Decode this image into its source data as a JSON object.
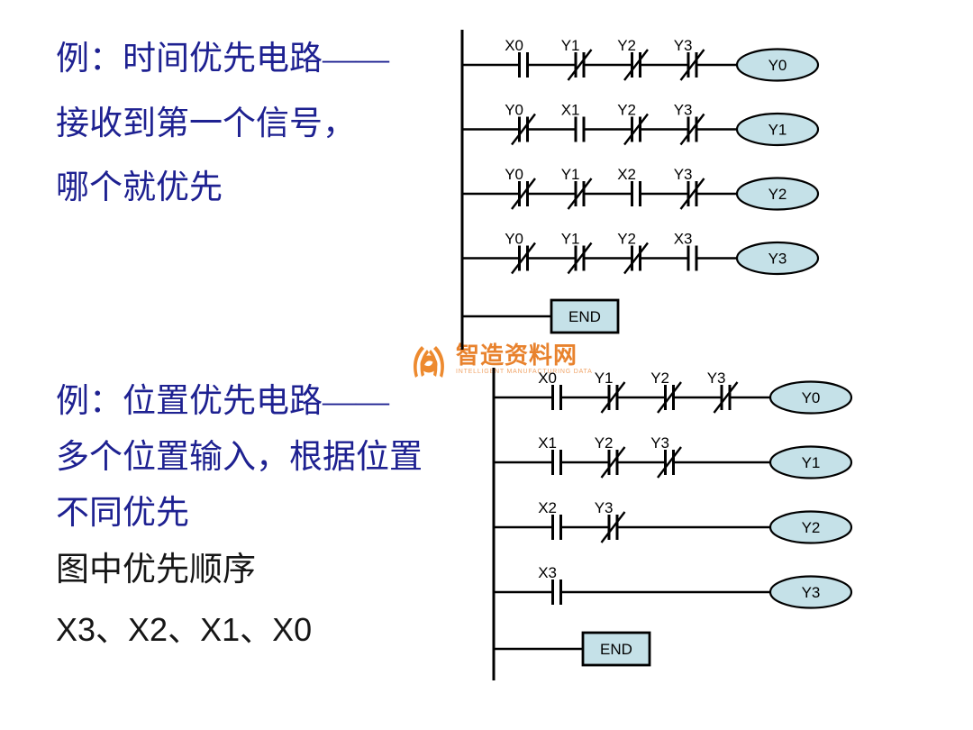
{
  "slide": {
    "background": "#ffffff"
  },
  "colors": {
    "heading_blue": "#1e2191",
    "body_black": "#161616",
    "diagram_line": "#000000",
    "coil_fill": "#c5e1e8",
    "watermark_orange": "#e8822d",
    "watermark_light_orange": "#f0a468"
  },
  "text_blocks": [
    {
      "name": "time-priority-heading",
      "lines": [
        "例：时间优先电路——",
        "接收到第一个信号，",
        "哪个就优先"
      ]
    },
    {
      "name": "position-priority-heading",
      "lines": [
        "例：位置优先电路——",
        "多个位置输入，根据位置",
        "不同优先"
      ]
    },
    {
      "name": "priority-order-note",
      "lines": [
        "图中优先顺序",
        "X3、X2、X1、X0"
      ]
    }
  ],
  "watermark": {
    "title": "智造资料网",
    "subtitle": "INTELLIGENT MANUFACTURING DATA"
  },
  "diagrams": [
    {
      "name": "time-priority-ladder",
      "end_label": "END",
      "rungs": [
        {
          "contacts": [
            {
              "label": "X0",
              "type": "no"
            },
            {
              "label": "Y1",
              "type": "nc"
            },
            {
              "label": "Y2",
              "type": "nc"
            },
            {
              "label": "Y3",
              "type": "nc"
            }
          ],
          "coil": "Y0"
        },
        {
          "contacts": [
            {
              "label": "Y0",
              "type": "nc"
            },
            {
              "label": "X1",
              "type": "no"
            },
            {
              "label": "Y2",
              "type": "nc"
            },
            {
              "label": "Y3",
              "type": "nc"
            }
          ],
          "coil": "Y1"
        },
        {
          "contacts": [
            {
              "label": "Y0",
              "type": "nc"
            },
            {
              "label": "Y1",
              "type": "nc"
            },
            {
              "label": "X2",
              "type": "no"
            },
            {
              "label": "Y3",
              "type": "nc"
            }
          ],
          "coil": "Y2"
        },
        {
          "contacts": [
            {
              "label": "Y0",
              "type": "nc"
            },
            {
              "label": "Y1",
              "type": "nc"
            },
            {
              "label": "Y2",
              "type": "nc"
            },
            {
              "label": "X3",
              "type": "no"
            }
          ],
          "coil": "Y3"
        }
      ]
    },
    {
      "name": "position-priority-ladder",
      "end_label": "END",
      "rungs": [
        {
          "contacts": [
            {
              "label": "X0",
              "type": "no"
            },
            {
              "label": "Y1",
              "type": "nc"
            },
            {
              "label": "Y2",
              "type": "nc"
            },
            {
              "label": "Y3",
              "type": "nc"
            }
          ],
          "coil": "Y0"
        },
        {
          "contacts": [
            {
              "label": "X1",
              "type": "no"
            },
            {
              "label": "Y2",
              "type": "nc"
            },
            {
              "label": "Y3",
              "type": "nc"
            }
          ],
          "coil": "Y1"
        },
        {
          "contacts": [
            {
              "label": "X2",
              "type": "no"
            },
            {
              "label": "Y3",
              "type": "nc"
            }
          ],
          "coil": "Y2"
        },
        {
          "contacts": [
            {
              "label": "X3",
              "type": "no"
            }
          ],
          "coil": "Y3"
        }
      ]
    }
  ]
}
